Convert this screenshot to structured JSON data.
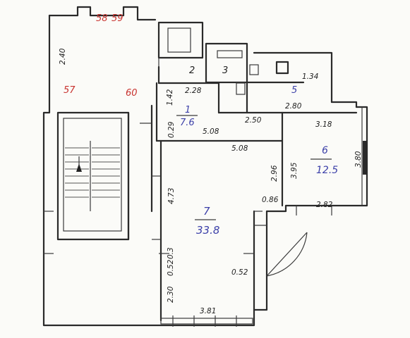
{
  "labels": {
    "axes": {
      "a58": "58",
      "a59": "59",
      "a57": "57",
      "a60": "60"
    },
    "rooms": {
      "r1": {
        "num": "1",
        "area": "7.6"
      },
      "r2": {
        "num": "2"
      },
      "r3": {
        "num": "3"
      },
      "r5": {
        "num": "5"
      },
      "r6": {
        "num": "6",
        "area": "12.5"
      },
      "r7": {
        "num": "7",
        "area": "33.8"
      }
    },
    "dims": {
      "d_240": "2.40",
      "d_228": "2.28",
      "d_142": "1.42",
      "d_134": "1.34",
      "d_280": "2.80",
      "d_250": "2.50",
      "d_318": "3.18",
      "d_029": "0.29",
      "d_508a": "5.08",
      "d_508b": "5.08",
      "d_296": "2.96",
      "d_395": "3.95",
      "d_380": "3.80",
      "d_086": "0.86",
      "d_282": "2.82",
      "d_473": "4.73",
      "d_052a": "0.52",
      "d_03": "0.3",
      "d_052b": "0.52",
      "d_230": "2.30",
      "d_381": "3.81"
    }
  },
  "colors": {
    "ink": "#2a2a2a",
    "axis_red": "#c8322e",
    "room_blue": "#3b3fa8"
  }
}
